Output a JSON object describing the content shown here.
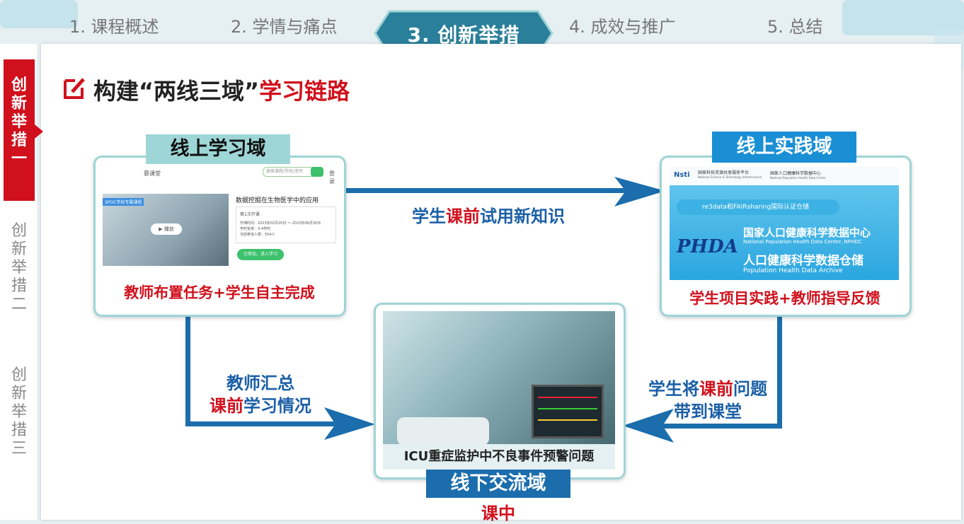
{
  "nav": {
    "tabs": [
      {
        "label": "1. 课程概述"
      },
      {
        "label": "2. 学情与痛点"
      },
      {
        "label": "3. 创新举措"
      },
      {
        "label": "4. 成效与推广"
      },
      {
        "label": "5. 总结"
      }
    ],
    "active_index": 2
  },
  "side": {
    "items": [
      {
        "label": "创新举措一"
      },
      {
        "label": "创新举措二"
      },
      {
        "label": "创新举措三"
      }
    ]
  },
  "heading": {
    "part1": "构建“两线三域”",
    "part2": "学习链路"
  },
  "online_learning": {
    "label": "线上学习域",
    "caption": "教师布置任务+学生自主完成",
    "screen": {
      "brand": "慕课堂",
      "search_placeholder": "搜索课程/学校/老师",
      "login": "登录",
      "tag": "SPOC学校专属课程",
      "play": "播放",
      "course_title": "数据挖掘在生物医学中的应用",
      "term": "第1次开课",
      "dates": "开课时间：2023年02月20日 ～ 2023年06月30日",
      "hours": "学时安排：3-4学时",
      "students": "当前参加人数：554人",
      "button": "已参加，进入学习"
    }
  },
  "online_practice": {
    "label": "线上实践域",
    "caption": "学生项目实践+教师指导反馈",
    "screen": {
      "nsti": "国家科技资源共享服务平台",
      "nsti_en": "National Science & Technology Infrastructure",
      "center_small": "国家人口健康科学数据中心",
      "center_small_en": "National Population Health Data Center",
      "banner": "re3data和FAIRsharing国际认证仓储",
      "phda": "PHDA",
      "cn1": "国家人口健康科学数据中心",
      "en1": "National Population Health Data Center, NPHDC",
      "cn2": "人口健康科学数据仓储",
      "en2": "Population Health Data Archive"
    }
  },
  "offline": {
    "label": "线下交流域",
    "sub": "课中",
    "caption": "ICU重症监护中不良事件预警问题"
  },
  "arrow_top": {
    "p1": "学生",
    "p2": "课前",
    "p3": "试用新知识"
  },
  "arrow_left": {
    "line1": "教师汇总",
    "p1": "课前",
    "p2": "学习情况"
  },
  "arrow_right": {
    "p1": "学生将",
    "p2": "课前",
    "p3": "问题",
    "line2": "带到课堂"
  },
  "colors": {
    "accent_red": "#d0101c",
    "teal": "#9ed6d7",
    "blue": "#1b6dac",
    "arrow": "#1b6dac"
  }
}
